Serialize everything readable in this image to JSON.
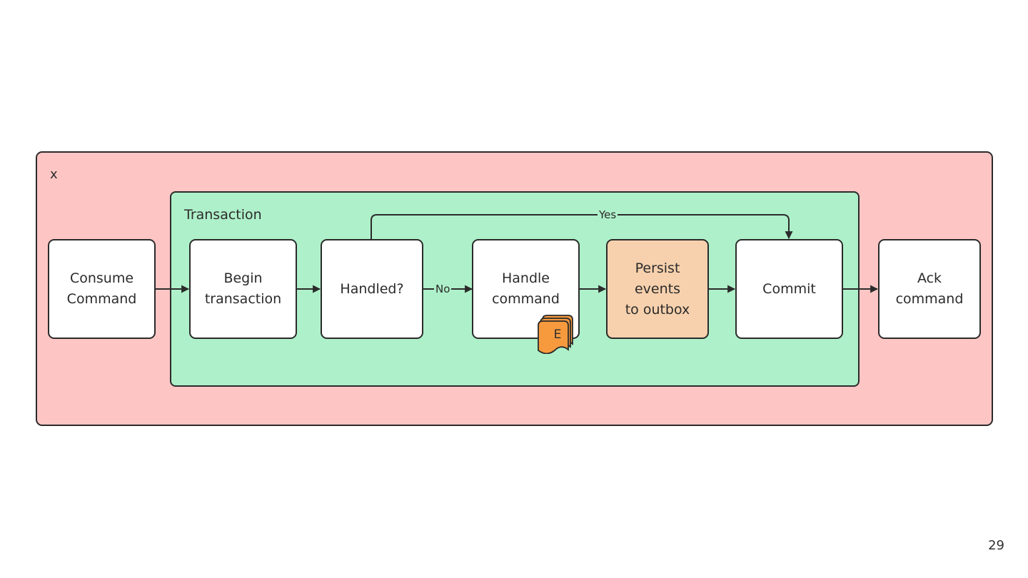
{
  "diagram": {
    "outer_label": "x",
    "transaction_label": "Transaction",
    "nodes": {
      "consume": [
        "Consume",
        "Command"
      ],
      "begin": [
        "Begin",
        "transaction"
      ],
      "handled": [
        "Handled?"
      ],
      "handle": [
        "Handle",
        "command"
      ],
      "persist": [
        "Persist",
        "events",
        "to outbox"
      ],
      "commit": [
        "Commit"
      ],
      "ack": [
        "Ack",
        "command"
      ]
    },
    "edge_labels": {
      "no": "No",
      "yes": "Yes"
    },
    "event_badge": "E",
    "colors": {
      "outer_fill": "#fdc6c4",
      "transaction_fill": "#aef0c9",
      "persist_fill": "#f7d1ad",
      "event_badge_fill": "#f79a3e",
      "stroke": "#2b2b2b"
    }
  },
  "page_number": "29"
}
